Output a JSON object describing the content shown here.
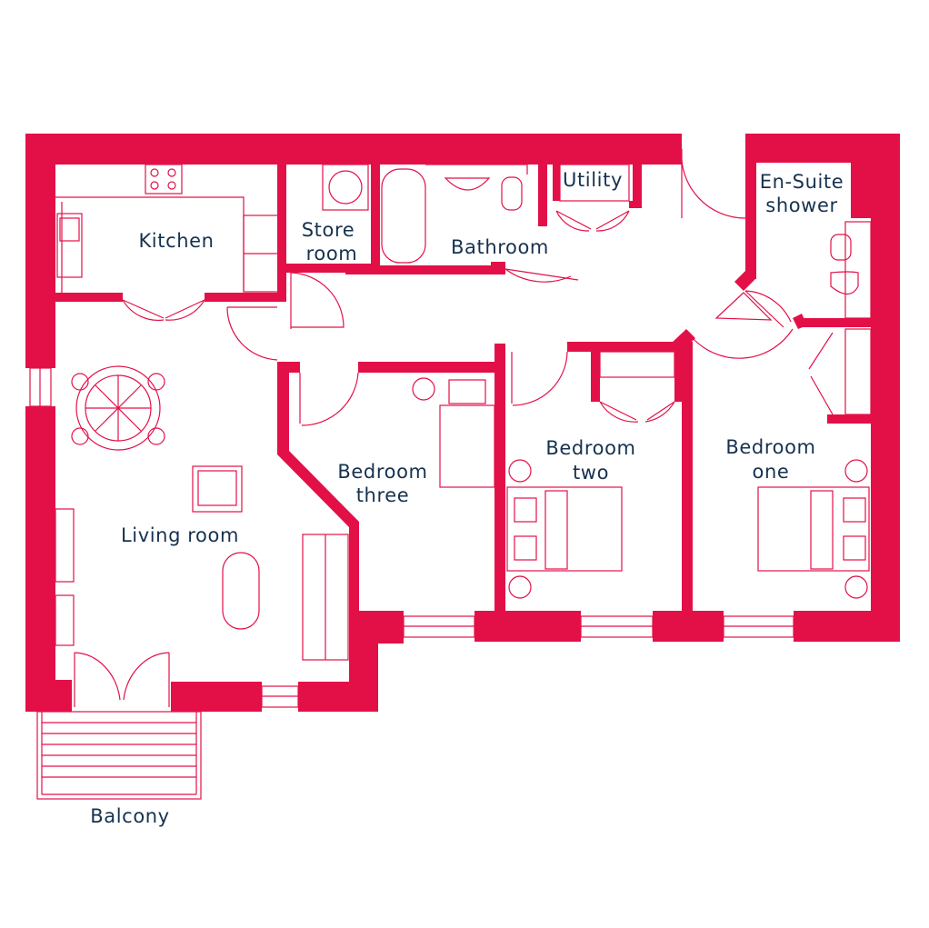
{
  "colors": {
    "wall": "#e31048",
    "label": "#16324f",
    "background": "#ffffff"
  },
  "rooms": {
    "kitchen": "Kitchen",
    "store_room_1": "Store",
    "store_room_2": "room",
    "utility": "Utility",
    "bathroom": "Bathroom",
    "ensuite_1": "En-Suite",
    "ensuite_2": "shower",
    "living_room": "Living room",
    "bedroom_three_1": "Bedroom",
    "bedroom_three_2": "three",
    "bedroom_two_1": "Bedroom",
    "bedroom_two_2": "two",
    "bedroom_one_1": "Bedroom",
    "bedroom_one_2": "one",
    "balcony": "Balcony"
  }
}
